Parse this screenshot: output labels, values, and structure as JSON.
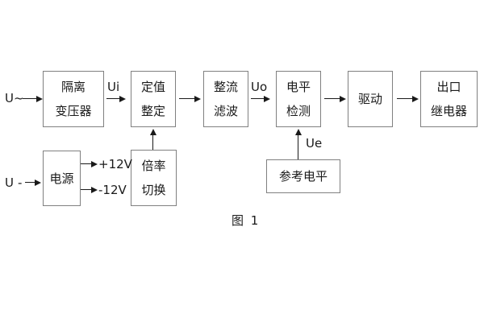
{
  "diagram": {
    "caption": "图 1",
    "inputs": {
      "ac": "U~",
      "dc": "U-"
    },
    "signals": {
      "ui": "Ui",
      "uo": "Uo",
      "ue": "Ue"
    },
    "power_rails": {
      "pos": "+12V",
      "neg": "-12V"
    },
    "blocks": {
      "isolation_transformer": {
        "line1": "隔离",
        "line2": "变压器"
      },
      "setting_adjust": {
        "line1": "定值",
        "line2": "整定"
      },
      "rectifier_filter": {
        "line1": "整流",
        "line2": "滤波"
      },
      "level_detect": {
        "line1": "电平",
        "line2": "检测"
      },
      "driver": {
        "line1": "驱动"
      },
      "output_relay": {
        "line1": "出口",
        "line2": "继电器"
      },
      "power_supply": {
        "line1": "电源"
      },
      "ratio_switch": {
        "line1": "倍率",
        "line2": "切换"
      },
      "reference_level": {
        "line1": "参考电平"
      }
    },
    "colors": {
      "background": "#ffffff",
      "box_border": "#808080",
      "text": "#1a1a1a",
      "arrow": "#1a1a1a"
    }
  }
}
